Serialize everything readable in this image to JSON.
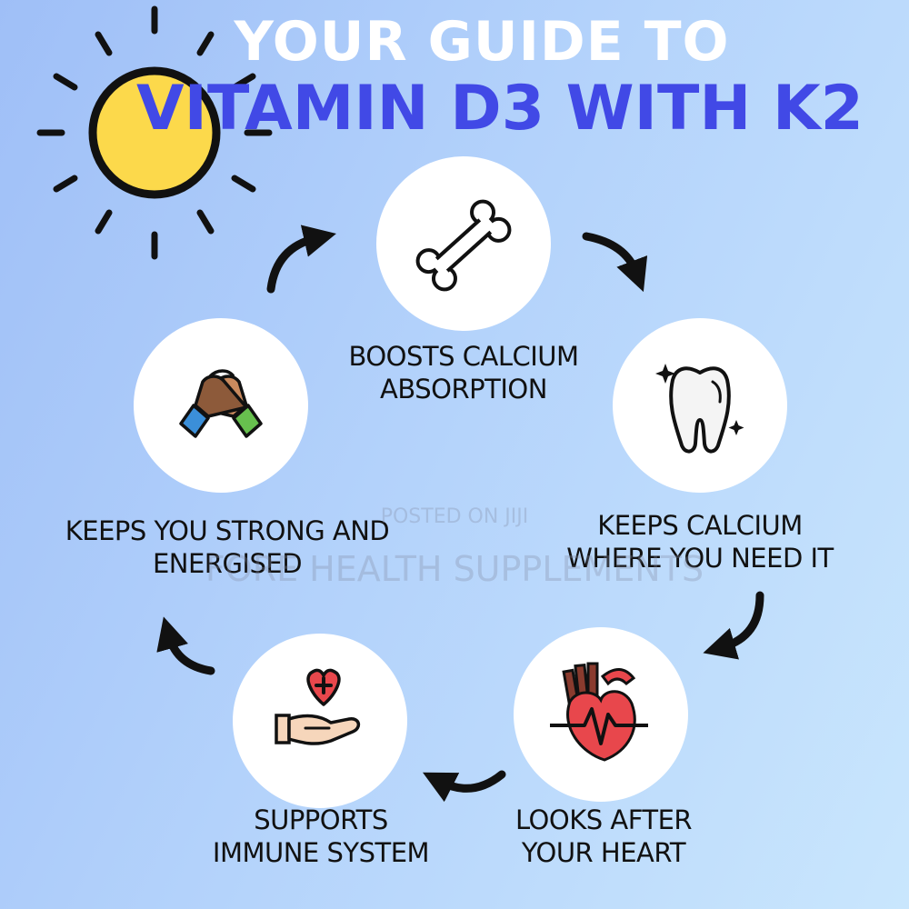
{
  "title": {
    "line1": "YOUR GUIDE TO",
    "line2": "VITAMIN D3 WITH K2"
  },
  "benefits": [
    {
      "label": "BOOSTS CALCIUM ABSORPTION",
      "icon": "bone-icon"
    },
    {
      "label": "KEEPS CALCIUM WHERE YOU NEED IT",
      "icon": "tooth-icon"
    },
    {
      "label": "LOOKS AFTER YOUR HEART",
      "icon": "heart-organ-icon"
    },
    {
      "label": "SUPPORTS IMMUNE SYSTEM",
      "icon": "heart-hand-icon"
    },
    {
      "label": "KEEPS YOU STRONG AND ENERGISED",
      "icon": "handshake-icon"
    }
  ],
  "watermark": {
    "small": "POSTED ON JIJI",
    "large": "FORE HEALTH SUPPLEMENTS"
  },
  "colors": {
    "title_white": "#ffffff",
    "title_blue": "#4149e6",
    "sun_fill": "#fcd94b",
    "heart_red": "#e8474c",
    "arrow": "#111111"
  }
}
